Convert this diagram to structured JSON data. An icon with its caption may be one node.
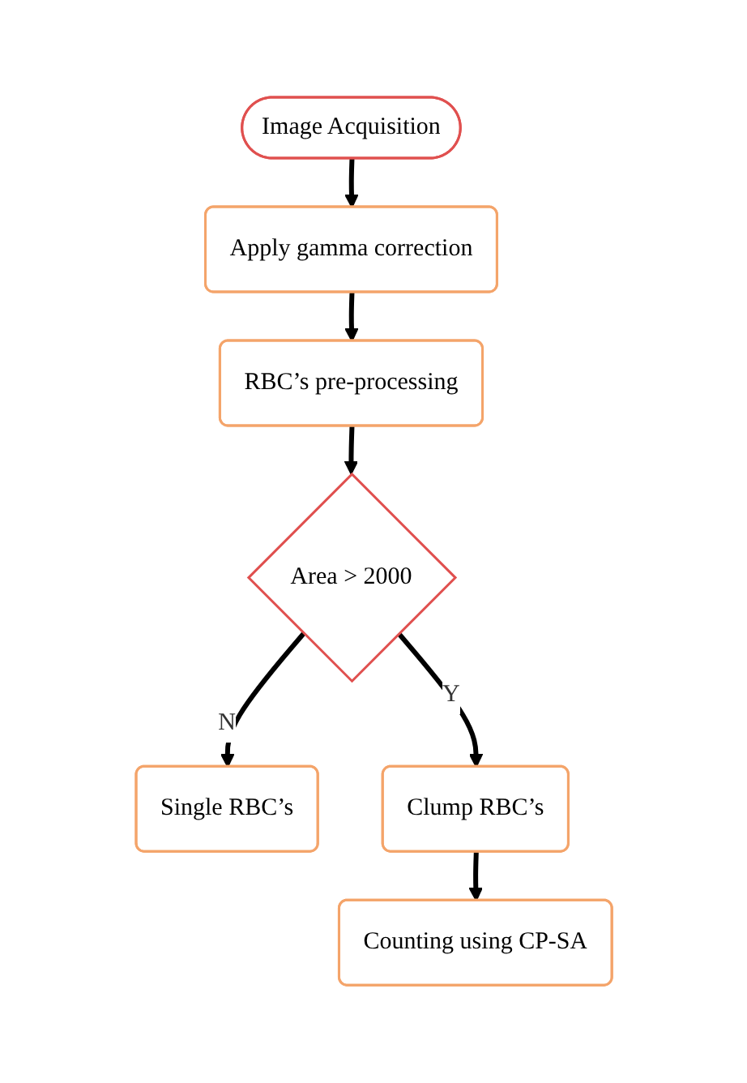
{
  "diagram": {
    "nodes": [
      {
        "text": [
          "Image Acquisition"
        ]
      },
      {
        "text": [
          "Apply gamma correction"
        ]
      },
      {
        "text": [
          "RBC’s pre-processing"
        ]
      },
      {
        "text": [
          "Area > 2000"
        ]
      },
      {
        "text": [
          "Single RBC’s"
        ]
      },
      {
        "text": [
          "Clump RBC’s"
        ]
      },
      {
        "text": [
          "Counting using CP-SA"
        ]
      }
    ],
    "edges": [
      {
        "from": 0,
        "to": 1,
        "arrow": "to"
      },
      {
        "from": 1,
        "to": 2,
        "arrow": "to"
      },
      {
        "from": 2,
        "to": 3,
        "arrow": "to"
      },
      {
        "from": 3,
        "to": 4,
        "arrow": "to",
        "label": "N"
      },
      {
        "from": 3,
        "to": 5,
        "arrow": "to",
        "label": "Y"
      },
      {
        "from": 5,
        "to": 6,
        "arrow": "to"
      }
    ]
  }
}
